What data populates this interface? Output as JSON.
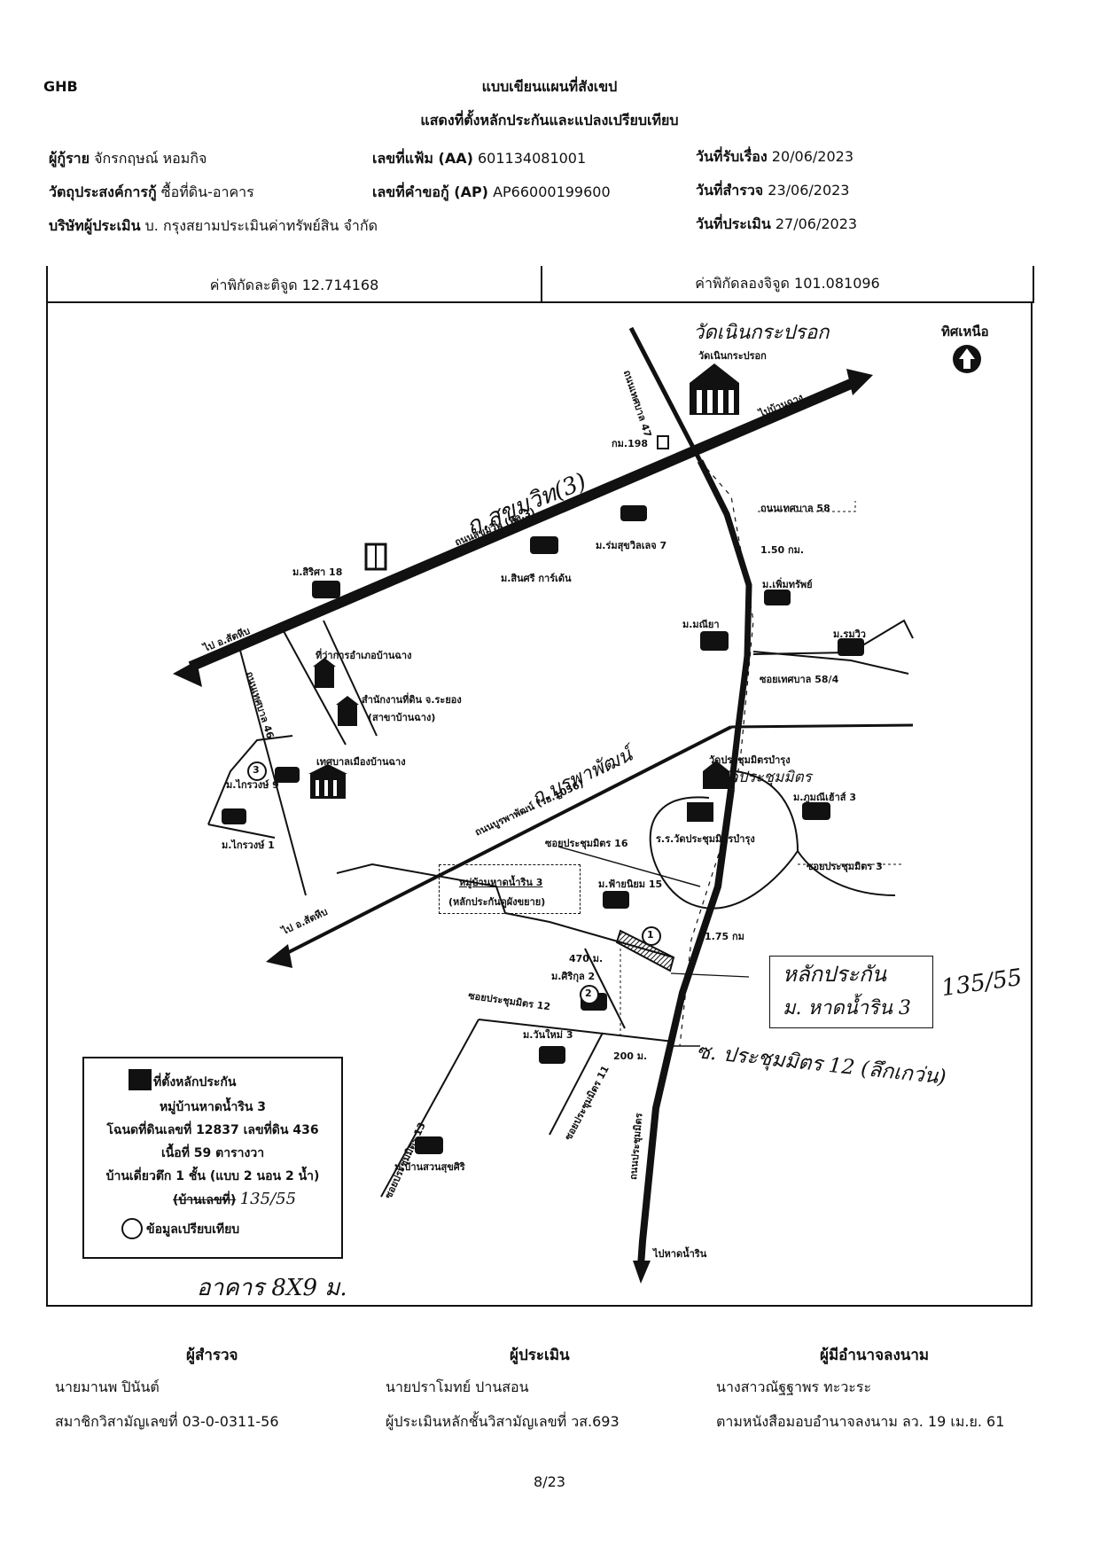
{
  "header": {
    "brand": "GHB",
    "title_line1": "แบบเขียนแผนที่สังเขป",
    "title_line2": "แสดงที่ตั้งหลักประกันและแปลงเปรียบเทียบ"
  },
  "info": {
    "borrower_label": "ผู้กู้ราย",
    "borrower_value": "จักรกฤษณ์ หอมกิจ",
    "purpose_label": "วัตถุประสงค์การกู้",
    "purpose_value": "ซื้อที่ดิน-อาคาร",
    "appraiser_co_label": "บริษัทผู้ประเมิน",
    "appraiser_co_value": "บ. กรุงสยามประเมินค่าทรัพย์สิน จำกัด",
    "file_no_label": "เลขที่แฟ้ม (AA)",
    "file_no_value": "601134081001",
    "request_no_label": "เลขที่คำขอกู้ (AP)",
    "request_no_value": "AP66000199600",
    "received_label": "วันที่รับเรื่อง",
    "received_value": "20/06/2023",
    "survey_label": "วันที่สำรวจ",
    "survey_value": "23/06/2023",
    "appraisal_label": "วันที่ประเมิน",
    "appraisal_value": "27/06/2023"
  },
  "coords": {
    "lat_label": "ค่าพิกัดละติจูด",
    "lat_value": "12.714168",
    "lon_label": "ค่าพิกัดลองจิจูด",
    "lon_value": "101.081096"
  },
  "map": {
    "north_label": "ทิศเหนือ",
    "labels": {
      "temple_top": "วัดเนินกระปรอก",
      "temple_top_hand": "วัดเนินกระปรอก",
      "road_47": "ถนนเทศบาล 47",
      "to_ban_chang": "ไปบ้านฉาง",
      "km198": "กม.198",
      "road_58": "ถนนเทศบาล 58",
      "sukhumvit": "ถนนสุขุมวิท (ทล.3)",
      "sukhumvit_hand": "ถ.สุขุมวิท(3)",
      "km150": "1.50 กม.",
      "sirisa": "ม.สิริศา 18",
      "sinsri": "ม.สินศรี การ์เด้น",
      "romsuk": "ม.ร่มสุขวิลเลจ 7",
      "permsap": "ม.เพิ่มทรัพย์",
      "maneeya": "ม.มณียา",
      "rommwiw": "ม.รมวิว",
      "to_sattahip_top": "ไป อ.สัตหีบ",
      "district_office": "ที่ว่าการอำเภอบ้านฉาง",
      "land_office": "สำนักงานที่ดิน จ.ระยอง",
      "land_office_sub": "(สาขาบ้านฉาง)",
      "road_46": "ถนนเทศบาล 46",
      "soi_58_4": "ซอยเทศบาล 58/4",
      "municipality": "เทศบาลเมืองบ้านฉาง",
      "kraiwong9": "ม.ไกรวงษ์ 9",
      "kraiwong1": "ม.ไกรวงษ์ 1",
      "burapha_hand": "ถ.บูรพาพัฒน์",
      "burapha": "ถนนบูรพาพัฒน์ (รย.1036)",
      "temple_mid": "วัดประชุมมิตรบำรุง",
      "temple_mid_hand": "วัดประชุมมิตร",
      "poomnee": "ม.ภูมณีเฮ้าส์ 3",
      "school": "ร.ร.วัดประชุมมิตรบำรุง",
      "soi16": "ซอยประชุมมิตร 16",
      "soi3": "ซอยประชุมมิตร 3",
      "village_box_line1": "หมู่บ้านหาดน้ำริน 3",
      "village_box_line2": "(หลักประกันดูผังขยาย)",
      "chainimit": "ม.ฟ้ายนิยม 15",
      "to_sattahip_bottom": "ไป อ.สัตหีบ",
      "km175": "1.75 กม",
      "m470": "470 ม.",
      "sirikul": "ม.ศิริกุล 2",
      "soi12": "ซอยประชุมมิตร 12",
      "wanmai": "ม.วันใหม่ 3",
      "m200": "200 ม.",
      "soi11": "ซอยประชุมมิตร 11",
      "soi13": "ซอยประชุมมิตร 13",
      "suansuksiri": "ม.บ้านสวนสุขศิริ",
      "road_prachum": "ถนนประชุมมิตร",
      "to_hat_nam_rin": "ไปหาดน้ำริน",
      "hand_collateral_1": "หลักประกัน",
      "hand_collateral_2": "ม. หาดน้ำริน 3",
      "hand_number": "135/55",
      "hand_soi12": "ซ. ประชุมมิตร 12 (ลึกเกว่น)",
      "marker1": "1",
      "marker2": "2",
      "marker3": "3"
    }
  },
  "legend": {
    "title": "ที่ตั้งหลักประกัน",
    "line1": "หมู่บ้านหาดน้ำริน 3",
    "line2": "โฉนดที่ดินเลขที่ 12837 เลขที่ดิน 436",
    "line3": "เนื้อที่ 59 ตารางวา",
    "line4": "บ้านเดี่ยวตึก 1 ชั้น (แบบ 2 นอน 2 น้ำ)",
    "line5": "(บ้านเลขที่)",
    "line5_hand": "135/55",
    "compare": "ข้อมูลเปรียบเทียบ"
  },
  "hand_size": "อาคาร 8X9 ม.",
  "signatures": [
    {
      "title": "ผู้สำรวจ",
      "name": "นายมานพ ปินันต์",
      "detail": "สมาชิกวิสามัญเลขที่ 03-0-0311-56"
    },
    {
      "title": "ผู้ประเมิน",
      "name": "นายปราโมทย์ ปานสอน",
      "detail": "ผู้ประเมินหลักชั้นวิสามัญเลขที่ วส.693"
    },
    {
      "title": "ผู้มีอำนาจลงนาม",
      "name": "นางสาวณัฐฐาพร ทะวะระ",
      "detail": "ตามหนังสือมอบอำนาจลงนาม ลว. 19 เม.ย. 61"
    }
  ],
  "page_number": "8/23"
}
